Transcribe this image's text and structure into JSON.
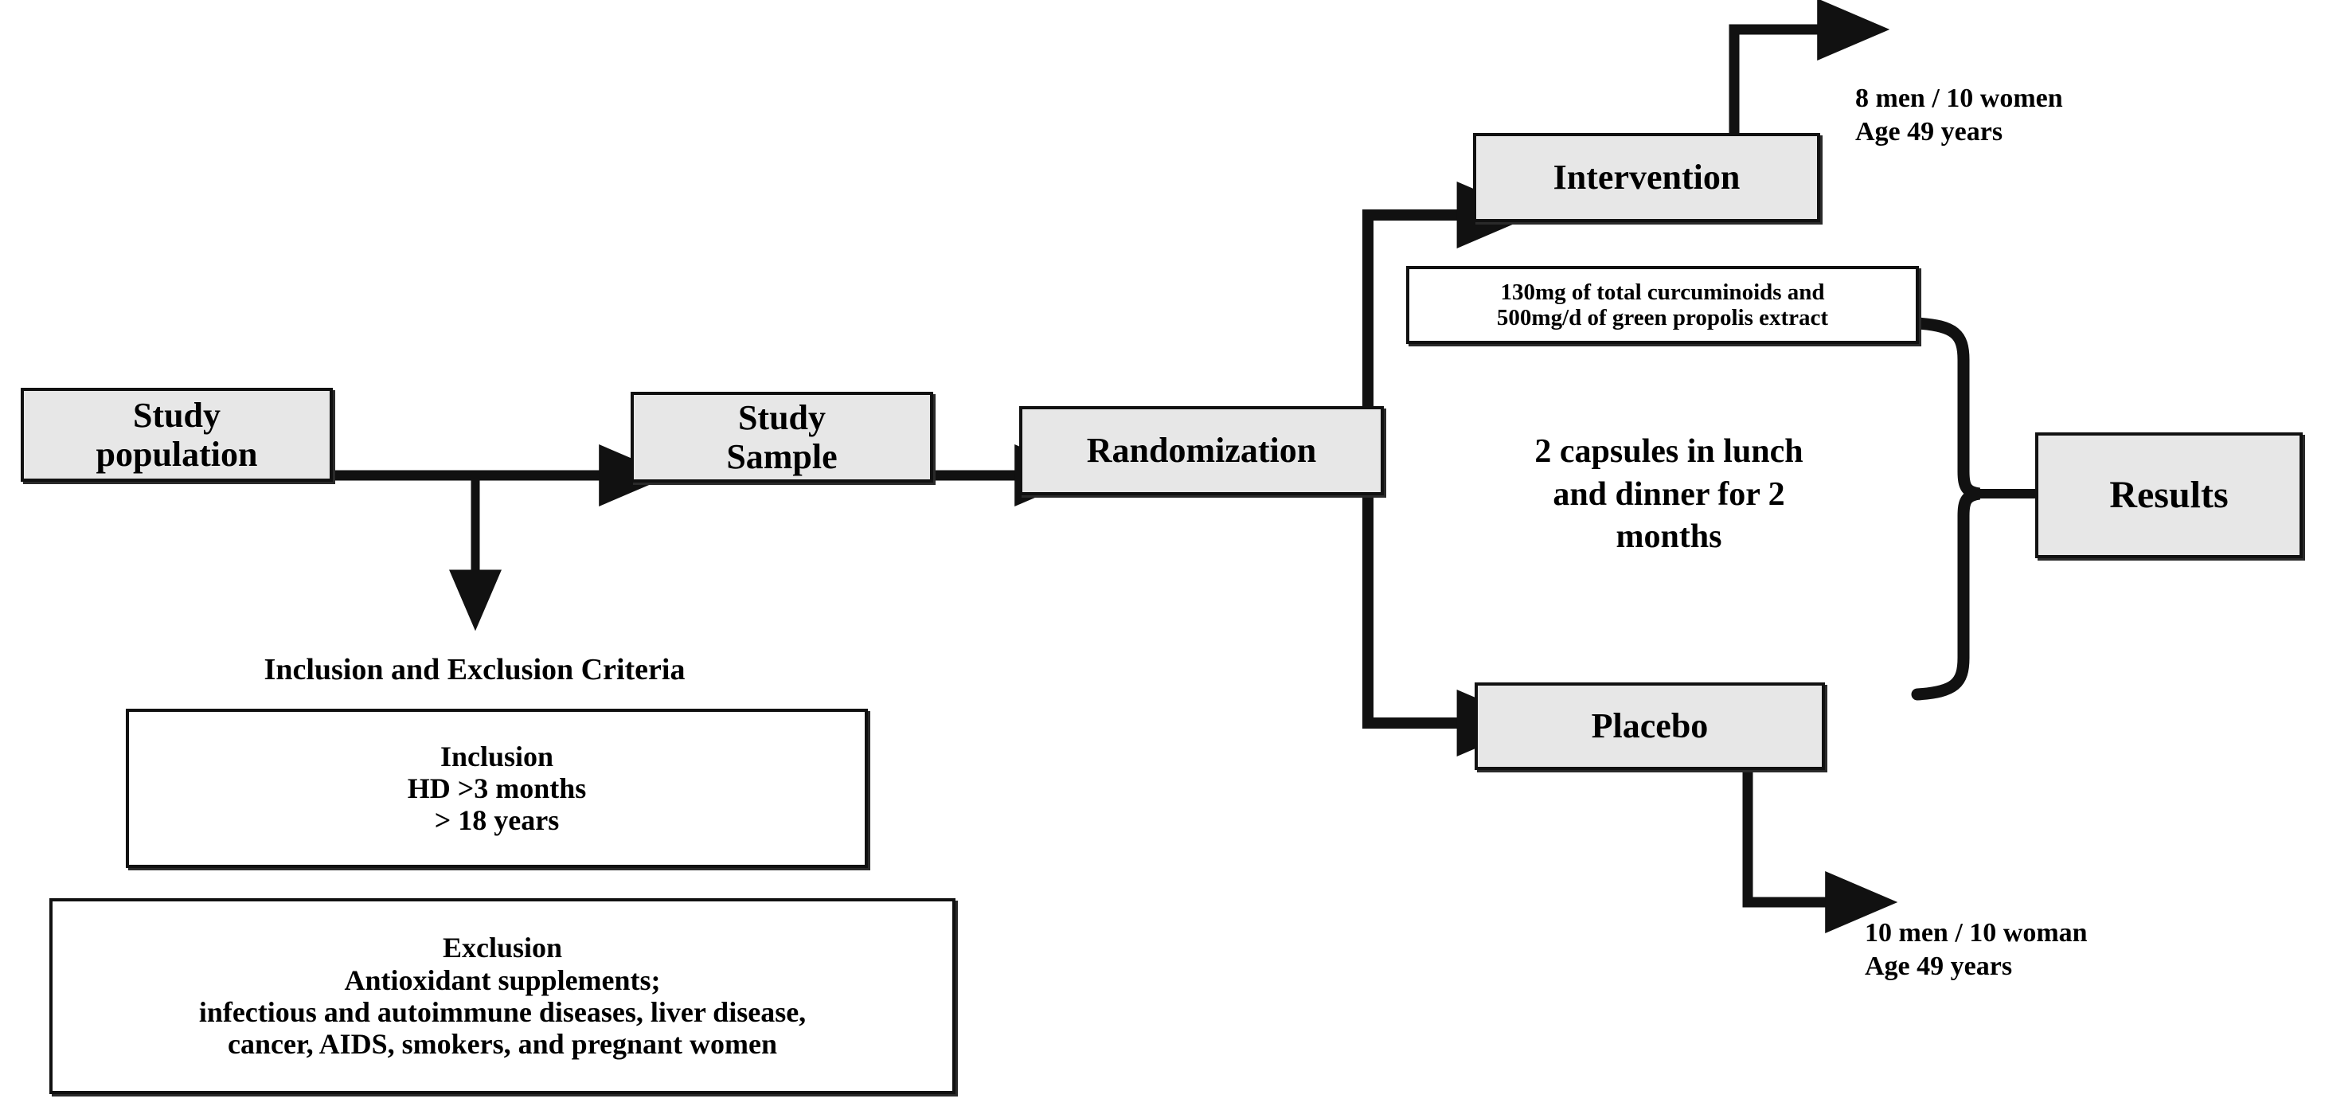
{
  "diagram": {
    "title": "Study flow diagram",
    "colors": {
      "node_fill": "#e7e7e7",
      "node_fill_plain": "#ffffff",
      "stroke": "#111111",
      "background": "#ffffff"
    },
    "nodes": {
      "study_population": "Study\npopulation",
      "study_sample": "Study\nSample",
      "randomization": "Randomization",
      "intervention": "Intervention",
      "placebo": "Placebo",
      "results": "Results",
      "dose_box": "130mg of total curcuminoids and\n500mg/d of green propolis extract",
      "inclusion_box": "Inclusion\nHD >3 months\n> 18 years",
      "exclusion_box": "Exclusion\nAntioxidant supplements;\ninfectious and autoimmune diseases, liver disease,\ncancer, AIDS, smokers, and pregnant women"
    },
    "labels": {
      "criteria": "Inclusion and Exclusion Criteria",
      "regimen": "2 capsules in lunch\nand dinner for 2\nmonths",
      "intervention_group": "8 men / 10 women\nAge 49 years",
      "placebo_group": "10 men / 10 woman\nAge 49 years"
    },
    "connectors": [
      {
        "name": "population-to-sample",
        "type": "arrow-right"
      },
      {
        "name": "criteria-branch",
        "type": "arrow-down"
      },
      {
        "name": "sample-to-randomization",
        "type": "arrow-right"
      },
      {
        "name": "randomization-to-intervention",
        "type": "elbow-arrow-up-right"
      },
      {
        "name": "randomization-to-placebo",
        "type": "elbow-arrow-down-right"
      },
      {
        "name": "intervention-to-group",
        "type": "elbow-arrow-up-right"
      },
      {
        "name": "placebo-to-group",
        "type": "elbow-arrow-down-right"
      },
      {
        "name": "groups-to-results-brace",
        "type": "curly-brace"
      }
    ]
  }
}
